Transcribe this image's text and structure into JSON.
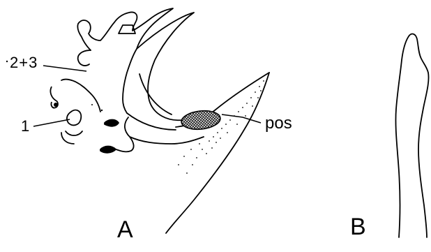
{
  "figure": {
    "labels": {
      "segment_2_3": "2+3",
      "segment_1": "1",
      "pos": "pos",
      "panel_a": "A",
      "panel_b": "B"
    },
    "colors": {
      "ink": "#000000",
      "paper": "#ffffff"
    }
  }
}
